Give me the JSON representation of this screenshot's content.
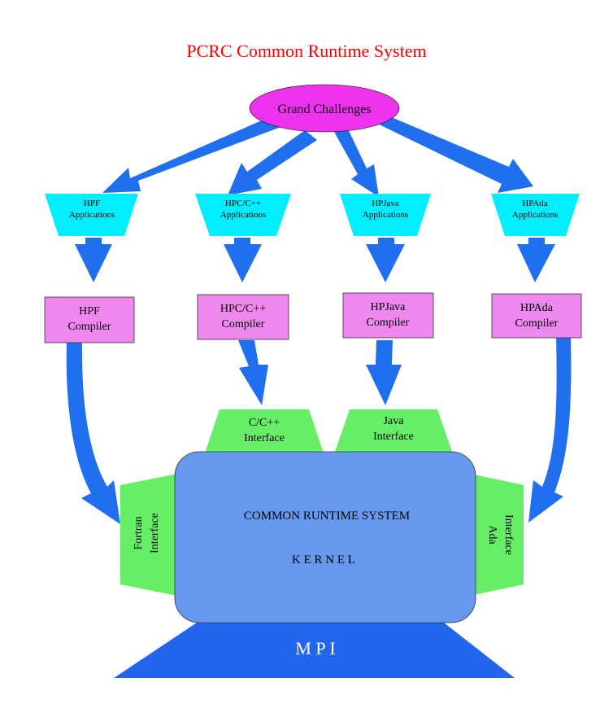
{
  "title": "PCRC Common Runtime System",
  "top_node": "Grand Challenges",
  "applications": [
    {
      "line1": "HPF",
      "line2": "Applications"
    },
    {
      "line1": "HPC/C++",
      "line2": "Applications"
    },
    {
      "line1": "HPJava",
      "line2": "Applications"
    },
    {
      "line1": "HPAda",
      "line2": "Applications"
    }
  ],
  "compilers": [
    {
      "line1": "HPF",
      "line2": "Compiler"
    },
    {
      "line1": "HPC/C++",
      "line2": "Compiler"
    },
    {
      "line1": "HPJava",
      "line2": "Compiler"
    },
    {
      "line1": "HPAda",
      "line2": "Compiler"
    }
  ],
  "interfaces": {
    "c": {
      "line1": "C/C++",
      "line2": "Interface"
    },
    "java": {
      "line1": "Java",
      "line2": "Interface"
    },
    "fortran": {
      "line1": "Fortran",
      "line2": "Interface"
    },
    "ada": {
      "line1": "Ada",
      "line2": "Interface"
    }
  },
  "kernel": {
    "line1": "COMMON RUNTIME SYSTEM",
    "line2": "K E R N E L"
  },
  "base": "M P I",
  "colors": {
    "title": "#ff0000",
    "top_node": "#ee33ee",
    "application": "#00eeff",
    "compiler": "#ee88ee",
    "interface": "#66ee66",
    "kernel": "#6699ee",
    "mpi": "#2266ee",
    "arrow": "#1f6fee"
  }
}
